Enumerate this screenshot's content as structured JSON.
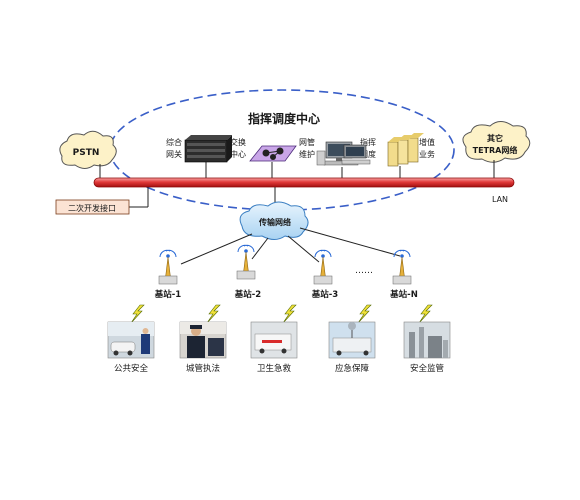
{
  "diagram": {
    "title": "指挥调度中心",
    "cloud_left": "PSTN",
    "cloud_right_1": "其它",
    "cloud_right_2": "TETRA网络",
    "center_nodes": [
      {
        "line1": "综合",
        "line2": "网关"
      },
      {
        "line1": "交换",
        "line2": "中心"
      },
      {
        "line1": "网管",
        "line2": "维护"
      },
      {
        "line1": "指挥",
        "line2": "调度"
      },
      {
        "line1": "增值",
        "line2": "业务"
      }
    ],
    "lan_label": "LAN",
    "secondary_interface": "二次开发接口",
    "transport_network": "传输网络",
    "stations": [
      "基站-1",
      "基站-2",
      "基站-3",
      "基站-N"
    ],
    "ellipsis": "……",
    "applications": [
      "公共安全",
      "城管执法",
      "卫生急救",
      "应急保障",
      "安全监管"
    ]
  }
}
